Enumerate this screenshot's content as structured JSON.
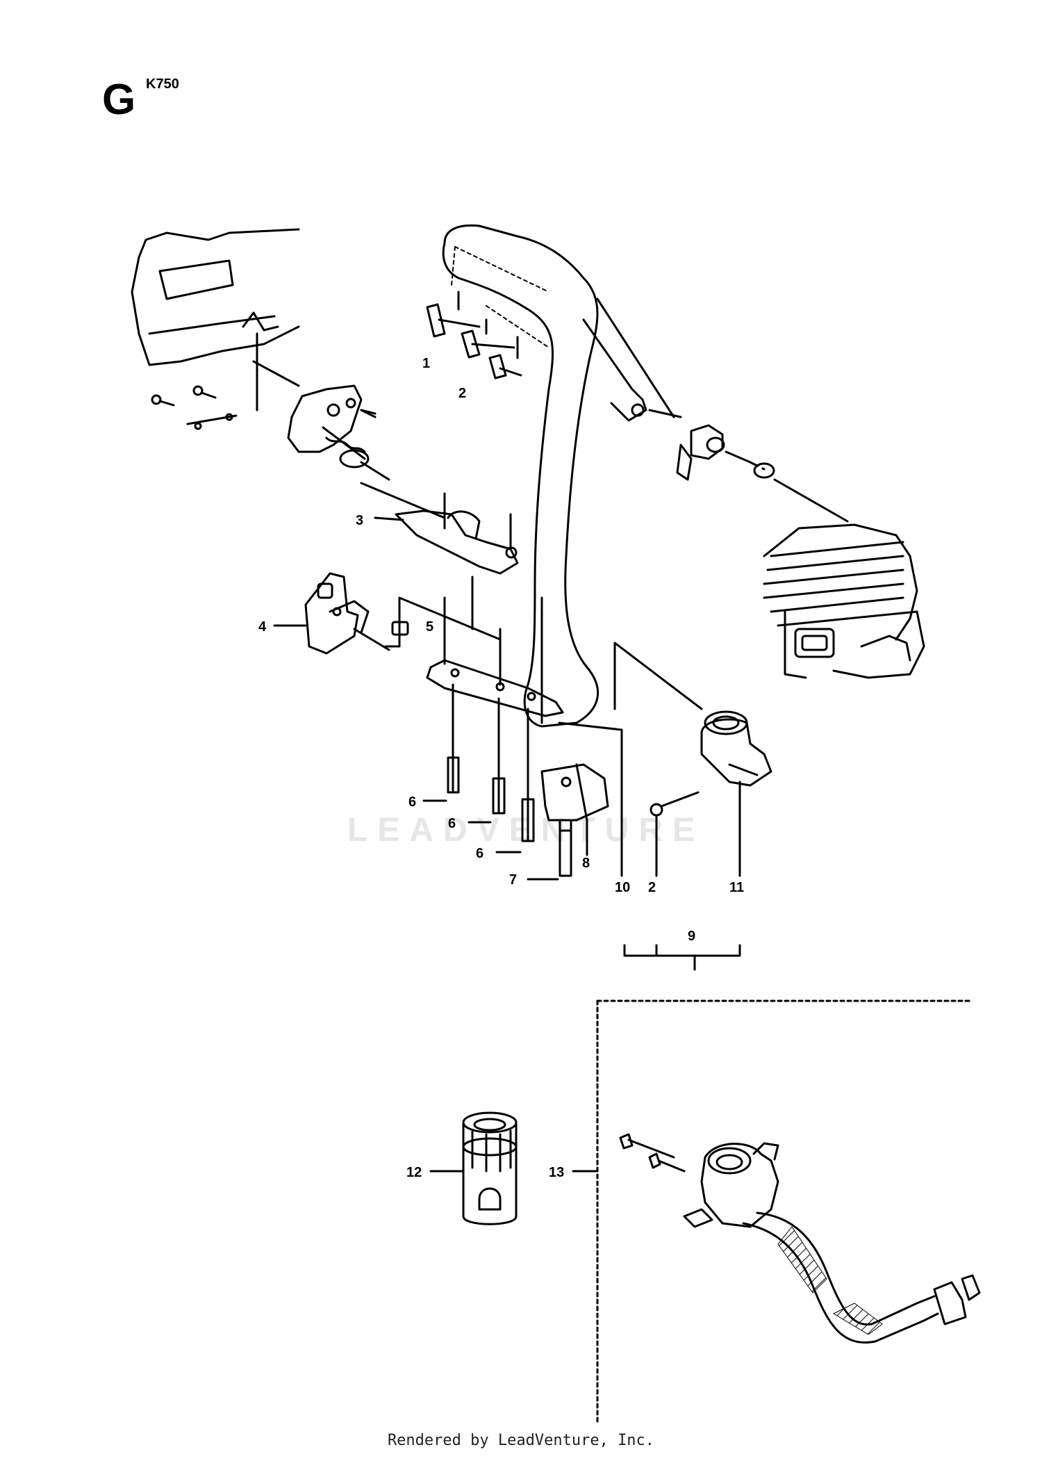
{
  "header": {
    "section": "G",
    "model": "K750"
  },
  "watermark": "LEADVENTURE",
  "callouts": [
    "1",
    "2",
    "3",
    "4",
    "5",
    "6",
    "6",
    "6",
    "7",
    "8",
    "10",
    "2",
    "11",
    "9",
    "12",
    "13"
  ],
  "footer": "Rendered by LeadVenture, Inc."
}
